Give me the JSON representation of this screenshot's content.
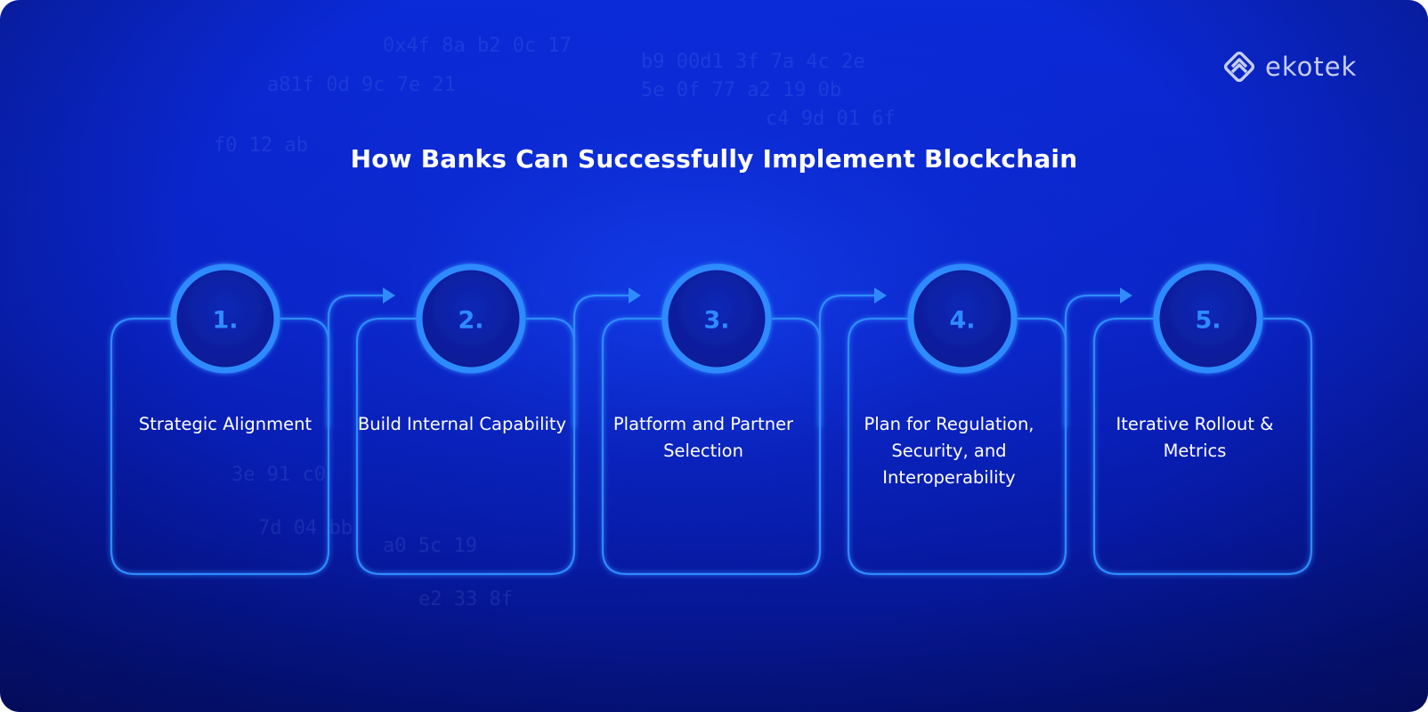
{
  "brand": {
    "name": "ekotek"
  },
  "title": "How Banks Can Successfully Implement Blockchain",
  "steps": [
    {
      "number": "1.",
      "label": "Strategic Alignment"
    },
    {
      "number": "2.",
      "label": "Build Internal Capability"
    },
    {
      "number": "3.",
      "label": "Platform and Partner Selection"
    },
    {
      "number": "4.",
      "label": "Plan for Regulation, Security, and Interoperability"
    },
    {
      "number": "5.",
      "label": "Iterative Rollout & Metrics"
    }
  ],
  "colors": {
    "outline": "#2f8bff",
    "circle_fill": "#0a1f9e",
    "text": "#ffffff",
    "logo": "#c7cdf3"
  }
}
